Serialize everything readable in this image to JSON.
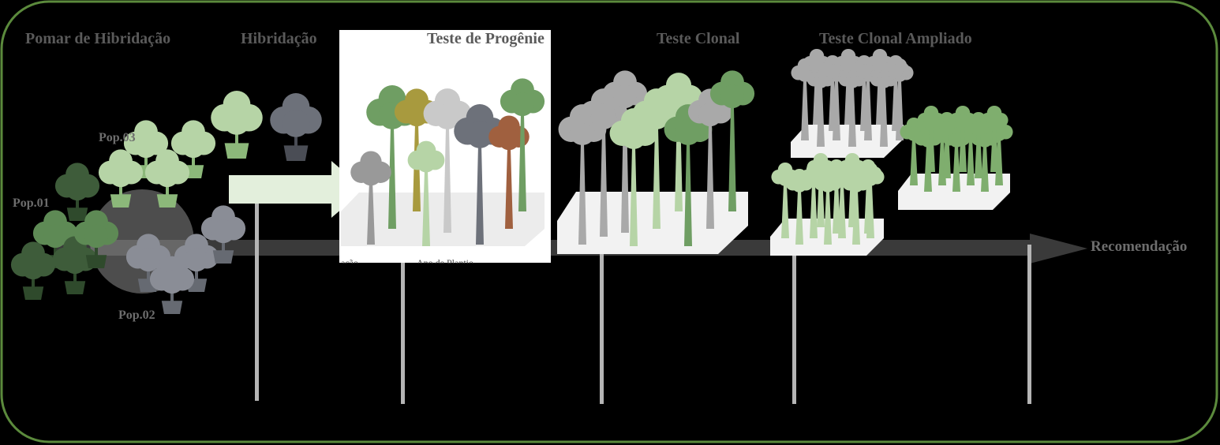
{
  "stages": {
    "pomar": "Pomar de Hibridação",
    "hibridacao": "Hibridação",
    "progenie": "Teste de Progênie",
    "clonal": "Teste Clonal",
    "ampliado": "Teste Clonal Ampliado"
  },
  "populations": {
    "pop01": "Pop.01",
    "pop02": "Pop.02",
    "pop03": "Pop.03"
  },
  "timeline": {
    "end_label": "Recomendação",
    "partial_label_1": "ação",
    "partial_label_2": "Ano de Plantio"
  },
  "colors": {
    "frame": "#5b8a3c",
    "pop01": "#3e5c3a",
    "pop01_mid": "#5e8a55",
    "pop03": "#b6d4a6",
    "pop02": "#8a8d96",
    "timeline": "#3a3a3a",
    "ticks": "#b5b5b5",
    "arrow": "#e3efdc"
  }
}
